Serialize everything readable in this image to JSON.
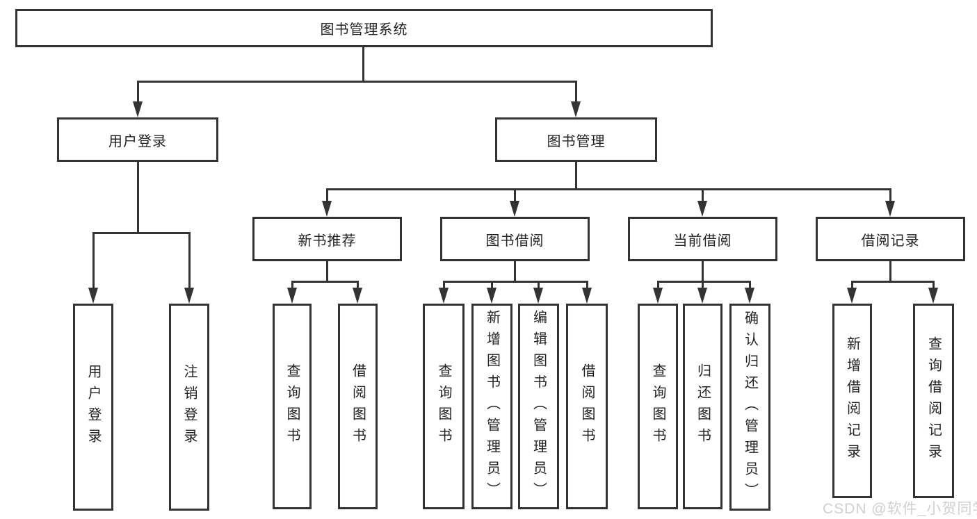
{
  "diagram": {
    "root": {
      "label": "图书管理系统"
    },
    "level2": [
      {
        "label": "用户登录"
      },
      {
        "label": "图书管理"
      }
    ],
    "level3": [
      {
        "label": "新书推荐"
      },
      {
        "label": "图书借阅"
      },
      {
        "label": "当前借阅"
      },
      {
        "label": "借阅记录"
      }
    ],
    "leaves": {
      "user_login": [
        "用户登录",
        "注销登录"
      ],
      "new_book": [
        "查询图书",
        "借阅图书"
      ],
      "book_borrow": [
        "查询图书",
        "新增图书（管理员）",
        "编辑图书（管理员）",
        "借阅图书"
      ],
      "current_borrow": [
        "查询图书",
        "归还图书",
        "确认归还（管理员）"
      ],
      "borrow_records": [
        "新增借阅记录",
        "查询借阅记录"
      ]
    }
  },
  "watermark": {
    "text": "CSDN @软件_小贺同学"
  },
  "colors": {
    "line": "#333333",
    "box_background": "#ffffff",
    "text": "#222222",
    "watermark": "#cbcbcb"
  }
}
